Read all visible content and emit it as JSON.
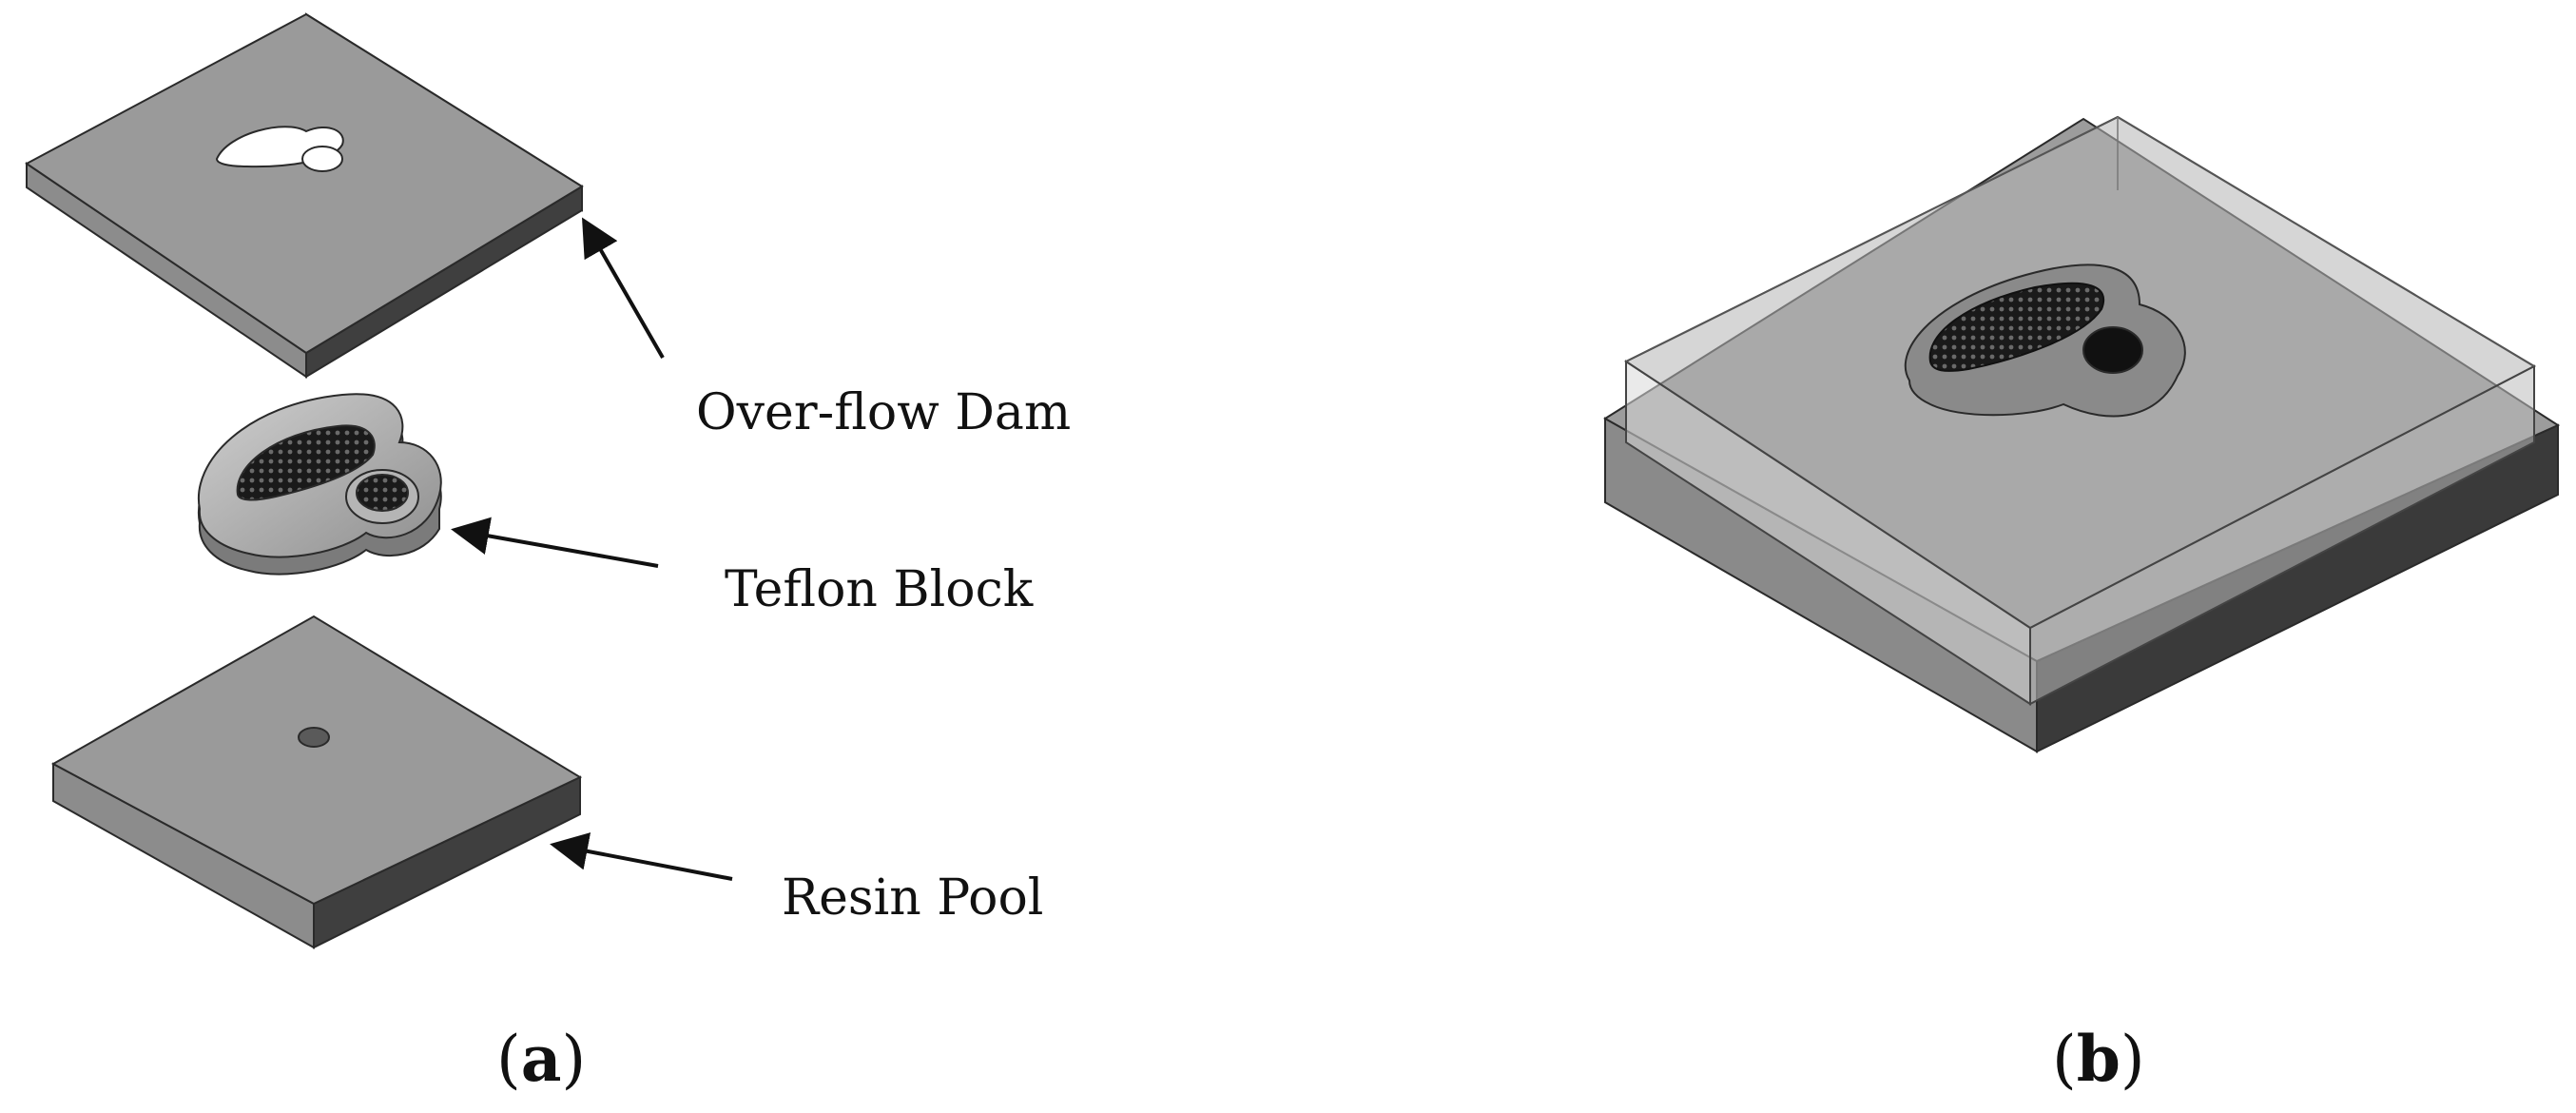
{
  "labels": {
    "over_flow_dam": "Over-flow Dam",
    "teflon_block": "Teflon Block",
    "resin_pool": "Resin Pool"
  },
  "captions": {
    "a": "a",
    "b": "b"
  },
  "colors": {
    "plate_top": "#9a9a9a",
    "plate_front": "#6e6e6e",
    "plate_side": "#3f3f3f",
    "outline": "#2a2a2a",
    "hole": "#ffffff",
    "glass": "#c8c8c8",
    "cavity": "#111111"
  }
}
